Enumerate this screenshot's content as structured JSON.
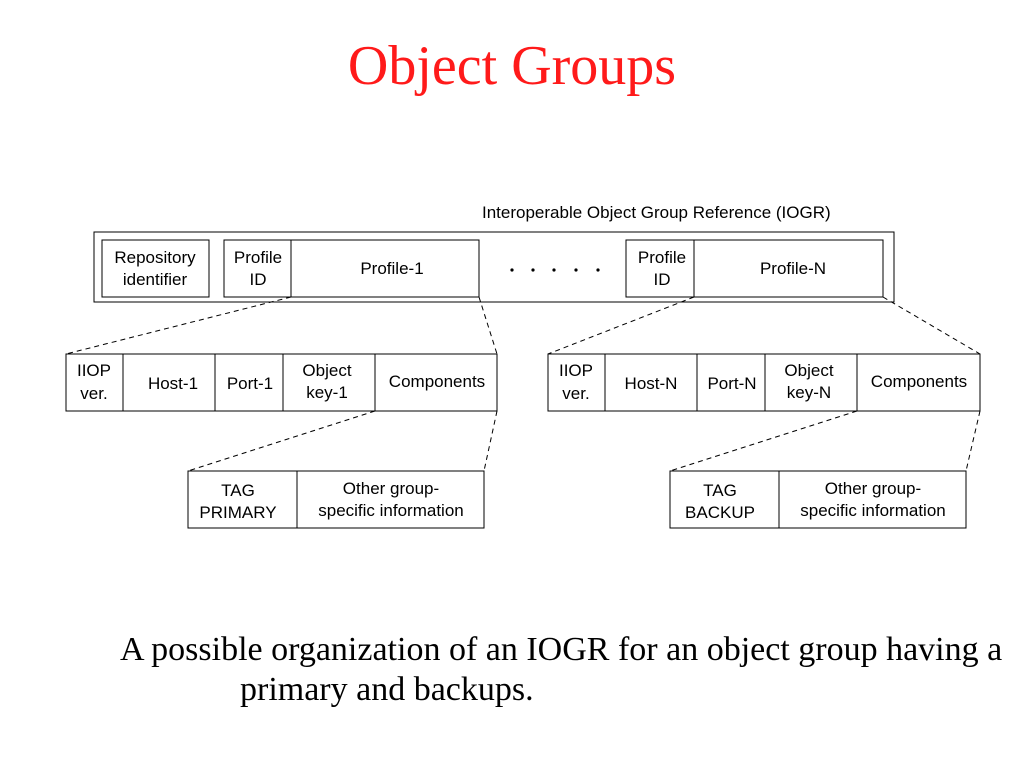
{
  "title": "Object Groups",
  "iogr": {
    "label": "Interoperable Object Group Reference (IOGR)",
    "repository": [
      "Repository",
      "identifier"
    ],
    "profile_id_1": [
      "Profile",
      "ID"
    ],
    "profile_1": "Profile-1",
    "ellipsis": ". . . . .",
    "profile_id_n": [
      "Profile",
      "ID"
    ],
    "profile_n": "Profile-N"
  },
  "profile1_detail": {
    "iiop_ver": [
      "IIOP",
      "ver."
    ],
    "host": "Host-1",
    "port": "Port-1",
    "object_key": [
      "Object",
      "key-1"
    ],
    "components": "Components"
  },
  "profileN_detail": {
    "iiop_ver": [
      "IIOP",
      "ver."
    ],
    "host": "Host-N",
    "port": "Port-N",
    "object_key": [
      "Object",
      "key-N"
    ],
    "components": "Components"
  },
  "component1_detail": {
    "tag": [
      "TAG",
      "PRIMARY"
    ],
    "info": [
      "Other group-",
      "specific information"
    ]
  },
  "componentN_detail": {
    "tag": [
      "TAG",
      "BACKUP"
    ],
    "info": [
      "Other group-",
      "specific information"
    ]
  },
  "caption": "A possible organization of an IOGR for an object group having a primary and backups."
}
